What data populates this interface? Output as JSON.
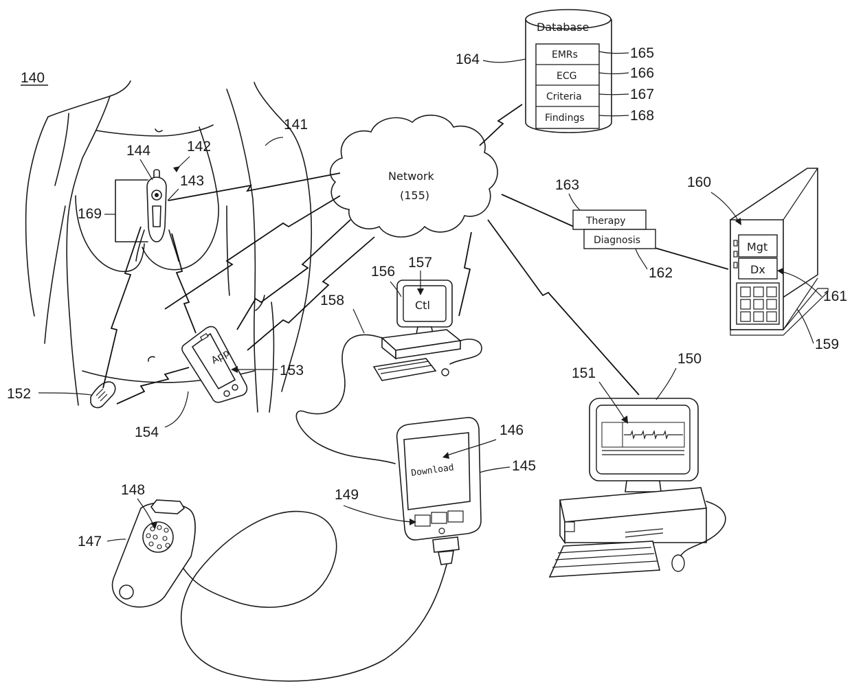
{
  "figure_number": "140",
  "reference_numerals": {
    "body": "141",
    "monitor": "142",
    "monitor_body": "143",
    "monitor_clip": "144",
    "download_station": "145",
    "download_screen": "146",
    "cradle": "147",
    "cradle_contacts": "148",
    "station_buttons": "149",
    "workstation": "150",
    "ecg_display": "151",
    "wearable": "152",
    "smartphone": "153",
    "smartphone_link": "154",
    "network": "155",
    "personal_computer": "156",
    "control_program": "157",
    "usb_cable": "158",
    "server": "159",
    "server_mgmt": "160",
    "server_dx": "161",
    "diagnosis": "162",
    "therapy": "163",
    "database": "164",
    "emrs": "165",
    "ecg": "166",
    "criteria": "167",
    "findings": "168",
    "patch": "169"
  },
  "labels": {
    "database_title": "Database",
    "database_rows": [
      "EMRs",
      "ECG",
      "Criteria",
      "Findings"
    ],
    "network": "Network",
    "network_ref": "(155)",
    "therapy": "Therapy",
    "diagnosis": "Diagnosis",
    "server_mgt": "Mgt",
    "server_dx": "Dx",
    "pc_screen": "Ctl",
    "phone_screen": "App",
    "download_screen": "Download"
  },
  "icons": [
    "heart-monitor-icon",
    "smartphone-icon",
    "desktop-computer-icon",
    "server-tower-icon",
    "database-cylinder-icon",
    "cloud-icon",
    "wireless-bolt-icon",
    "handheld-device-icon",
    "cradle-icon"
  ]
}
